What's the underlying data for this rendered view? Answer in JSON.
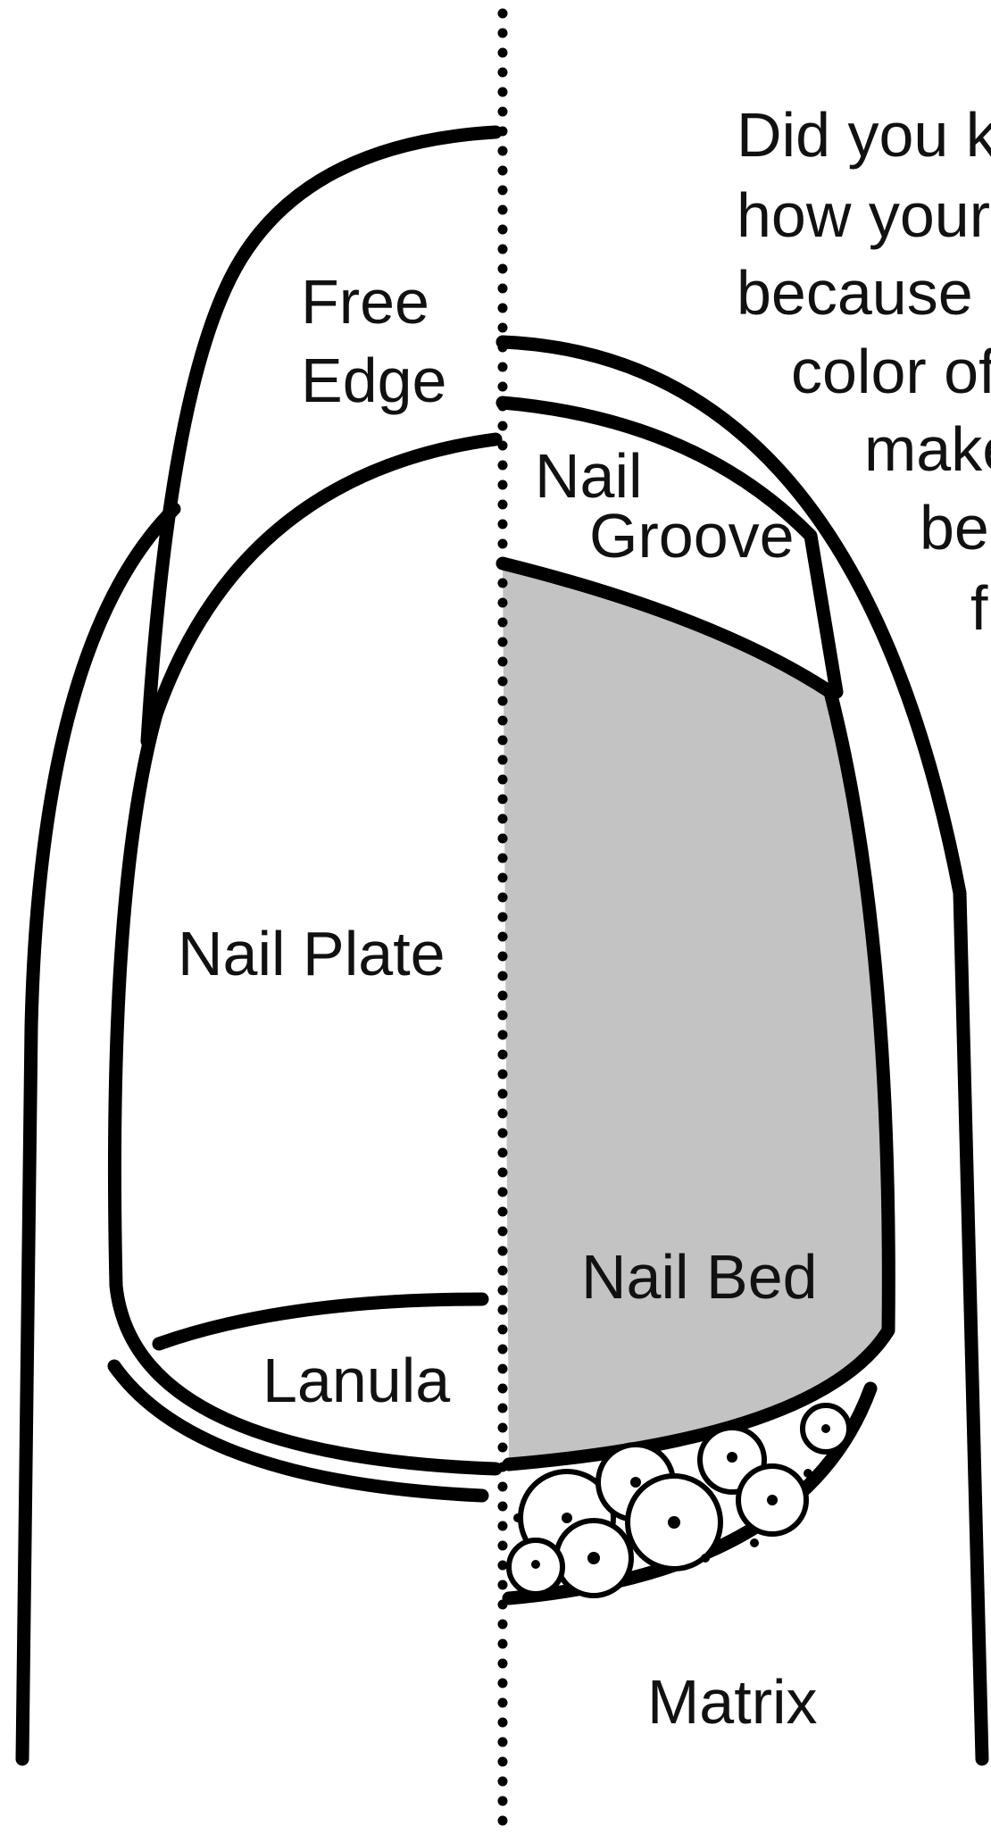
{
  "labels": {
    "free_edge_line1": "Free",
    "free_edge_line2": "Edge",
    "nail_groove_line1": "Nail",
    "nail_groove_line2": "Groove",
    "nail_plate": "Nail Plate",
    "nail_bed": "Nail Bed",
    "lanula": "Lanula",
    "matrix": "Matrix"
  },
  "side_text": [
    "Did you k",
    "how your",
    "because",
    "color of",
    "make",
    "be",
    "f"
  ],
  "colors": {
    "ink": "#000000",
    "nail_bed_fill": "#c3c3c3",
    "background": "#ffffff"
  }
}
